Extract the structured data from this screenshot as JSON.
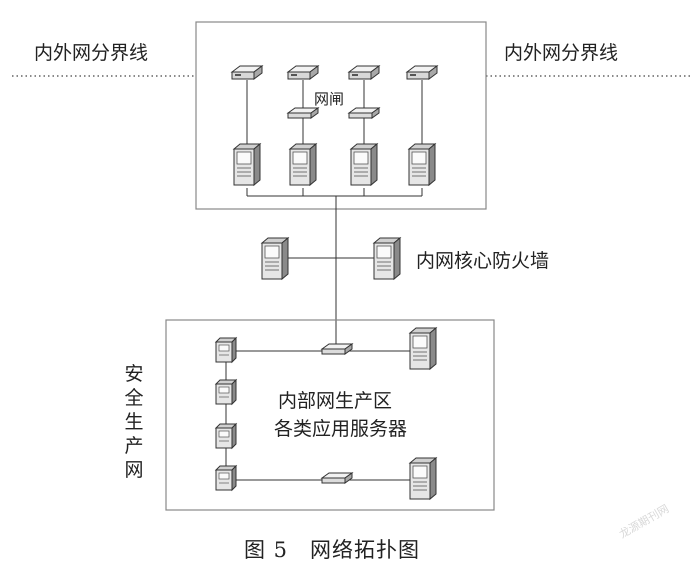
{
  "boundary": {
    "left_label": "内外网分界线",
    "right_label": "内外网分界线"
  },
  "dmz": {
    "gateway_label": "网闸"
  },
  "core": {
    "firewall_label": "内网核心防火墙"
  },
  "production": {
    "side_label": "安全生产网",
    "zone_line1": "内部网生产区",
    "zone_line2": "各类应用服务器"
  },
  "caption": "图 5　网络拓扑图",
  "watermark": "龙源期刊网",
  "colors": {
    "line": "#333333",
    "device_fill": "#e6e6e6",
    "device_dark": "#7a7a7a",
    "box_border": "#888888"
  }
}
